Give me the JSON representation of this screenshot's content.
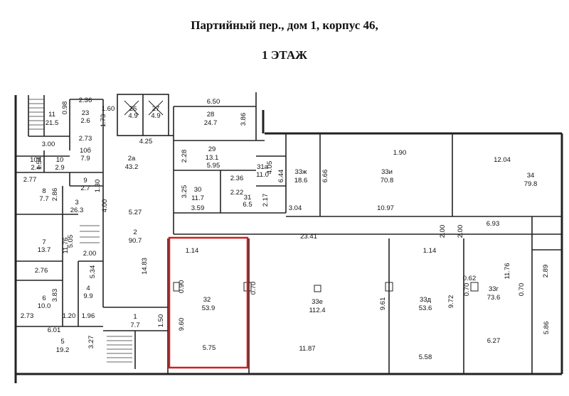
{
  "header": {
    "address": "Партийный пер., дом 1, корпус 46,",
    "floor": "1 ЭТАЖ"
  },
  "colors": {
    "highlight": "#d61c1c",
    "wall": "#222222"
  },
  "rooms": [
    {
      "id": "32",
      "number": "32",
      "area": "53.9",
      "highlighted": true
    },
    {
      "id": "33e",
      "number": "33е",
      "area": "112.4"
    },
    {
      "id": "33d",
      "number": "33д",
      "area": "53.6"
    },
    {
      "id": "33g",
      "number": "33г",
      "area": "73.6"
    },
    {
      "id": "34",
      "number": "34",
      "area": "79.8"
    },
    {
      "id": "33i",
      "number": "33и",
      "area": "70.8"
    },
    {
      "id": "33zh",
      "number": "33ж",
      "area": "18.6"
    },
    {
      "id": "2",
      "number": "2",
      "area": "90.7"
    },
    {
      "id": "2a",
      "number": "2а",
      "area": "43.2"
    },
    {
      "id": "28",
      "number": "28",
      "area": "24.7"
    },
    {
      "id": "29",
      "number": "29",
      "area": "13.1"
    },
    {
      "id": "30",
      "number": "30",
      "area": "11.7"
    },
    {
      "id": "31",
      "number": "31",
      "area": "6.5"
    },
    {
      "id": "31a",
      "number": "31а",
      "area": "11.0"
    },
    {
      "id": "26",
      "number": "26",
      "area": "4.9"
    },
    {
      "id": "27",
      "number": "27",
      "area": "4.9"
    },
    {
      "id": "23",
      "number": "23",
      "area": "2.6"
    },
    {
      "id": "11",
      "number": "11",
      "area": "21.5"
    },
    {
      "id": "10b",
      "number": "10б",
      "area": "7.9"
    },
    {
      "id": "10a",
      "number": "10а",
      "area": "2.4"
    },
    {
      "id": "10",
      "number": "10",
      "area": "2.9"
    },
    {
      "id": "9",
      "number": "9",
      "area": "2.7"
    },
    {
      "id": "8",
      "number": "8",
      "area": "7.7"
    },
    {
      "id": "3",
      "number": "3",
      "area": "26.3"
    },
    {
      "id": "7",
      "number": "7",
      "area": "13.7"
    },
    {
      "id": "4",
      "number": "4",
      "area": "9.9"
    },
    {
      "id": "6",
      "number": "6",
      "area": "10.0"
    },
    {
      "id": "5",
      "number": "5",
      "area": "19.2"
    },
    {
      "id": "1",
      "number": "1",
      "area": "7.7"
    }
  ],
  "dimensions": {
    "d1": "2.36",
    "d2": "1.60",
    "d3": "6.50",
    "d4": "3.86",
    "d5": "1.73",
    "d6": "0.98",
    "d7": "2.73",
    "d8": "4.25",
    "d9": "3.00",
    "d10": "1.54",
    "d11": "2.28",
    "d12": "5.95",
    "d13": "4.05",
    "d14": "2.36",
    "d15": "6.44",
    "d16": "6.66",
    "d17": "1.90",
    "d18": "12.04",
    "d19": "2.77",
    "d20": "1.30",
    "d21": "2.86",
    "d22": "3.25",
    "d23": "2.22",
    "d24": "2.17",
    "d25": "4.00",
    "d26": "3.59",
    "d27": "3.04",
    "d28": "10.97",
    "d29": "5.27",
    "d30": "5.05",
    "d31": "11.76",
    "d32": "2.00",
    "d33": "23.41",
    "d34": "2.00",
    "d35": "2.00",
    "d36": "6.93",
    "d37": "1.14",
    "d38": "1.14",
    "d39": "2.76",
    "d40": "5.34",
    "d41": "14.83",
    "d42": "0.90",
    "d43": "0.70",
    "d44": "0.62",
    "d45": "0.70",
    "d46": "11.76",
    "d47": "2.89",
    "d48": "9.61",
    "d49": "9.72",
    "d50": "0.70",
    "d51": "3.83",
    "d52": "2.73",
    "d53": "1.20",
    "d54": "1.96",
    "d55": "9.60",
    "d56": "1.50",
    "d57": "6.01",
    "d58": "3.27",
    "d59": "5.75",
    "d60": "11.87",
    "d61": "5.58",
    "d62": "6.27",
    "d63": "5.86"
  }
}
